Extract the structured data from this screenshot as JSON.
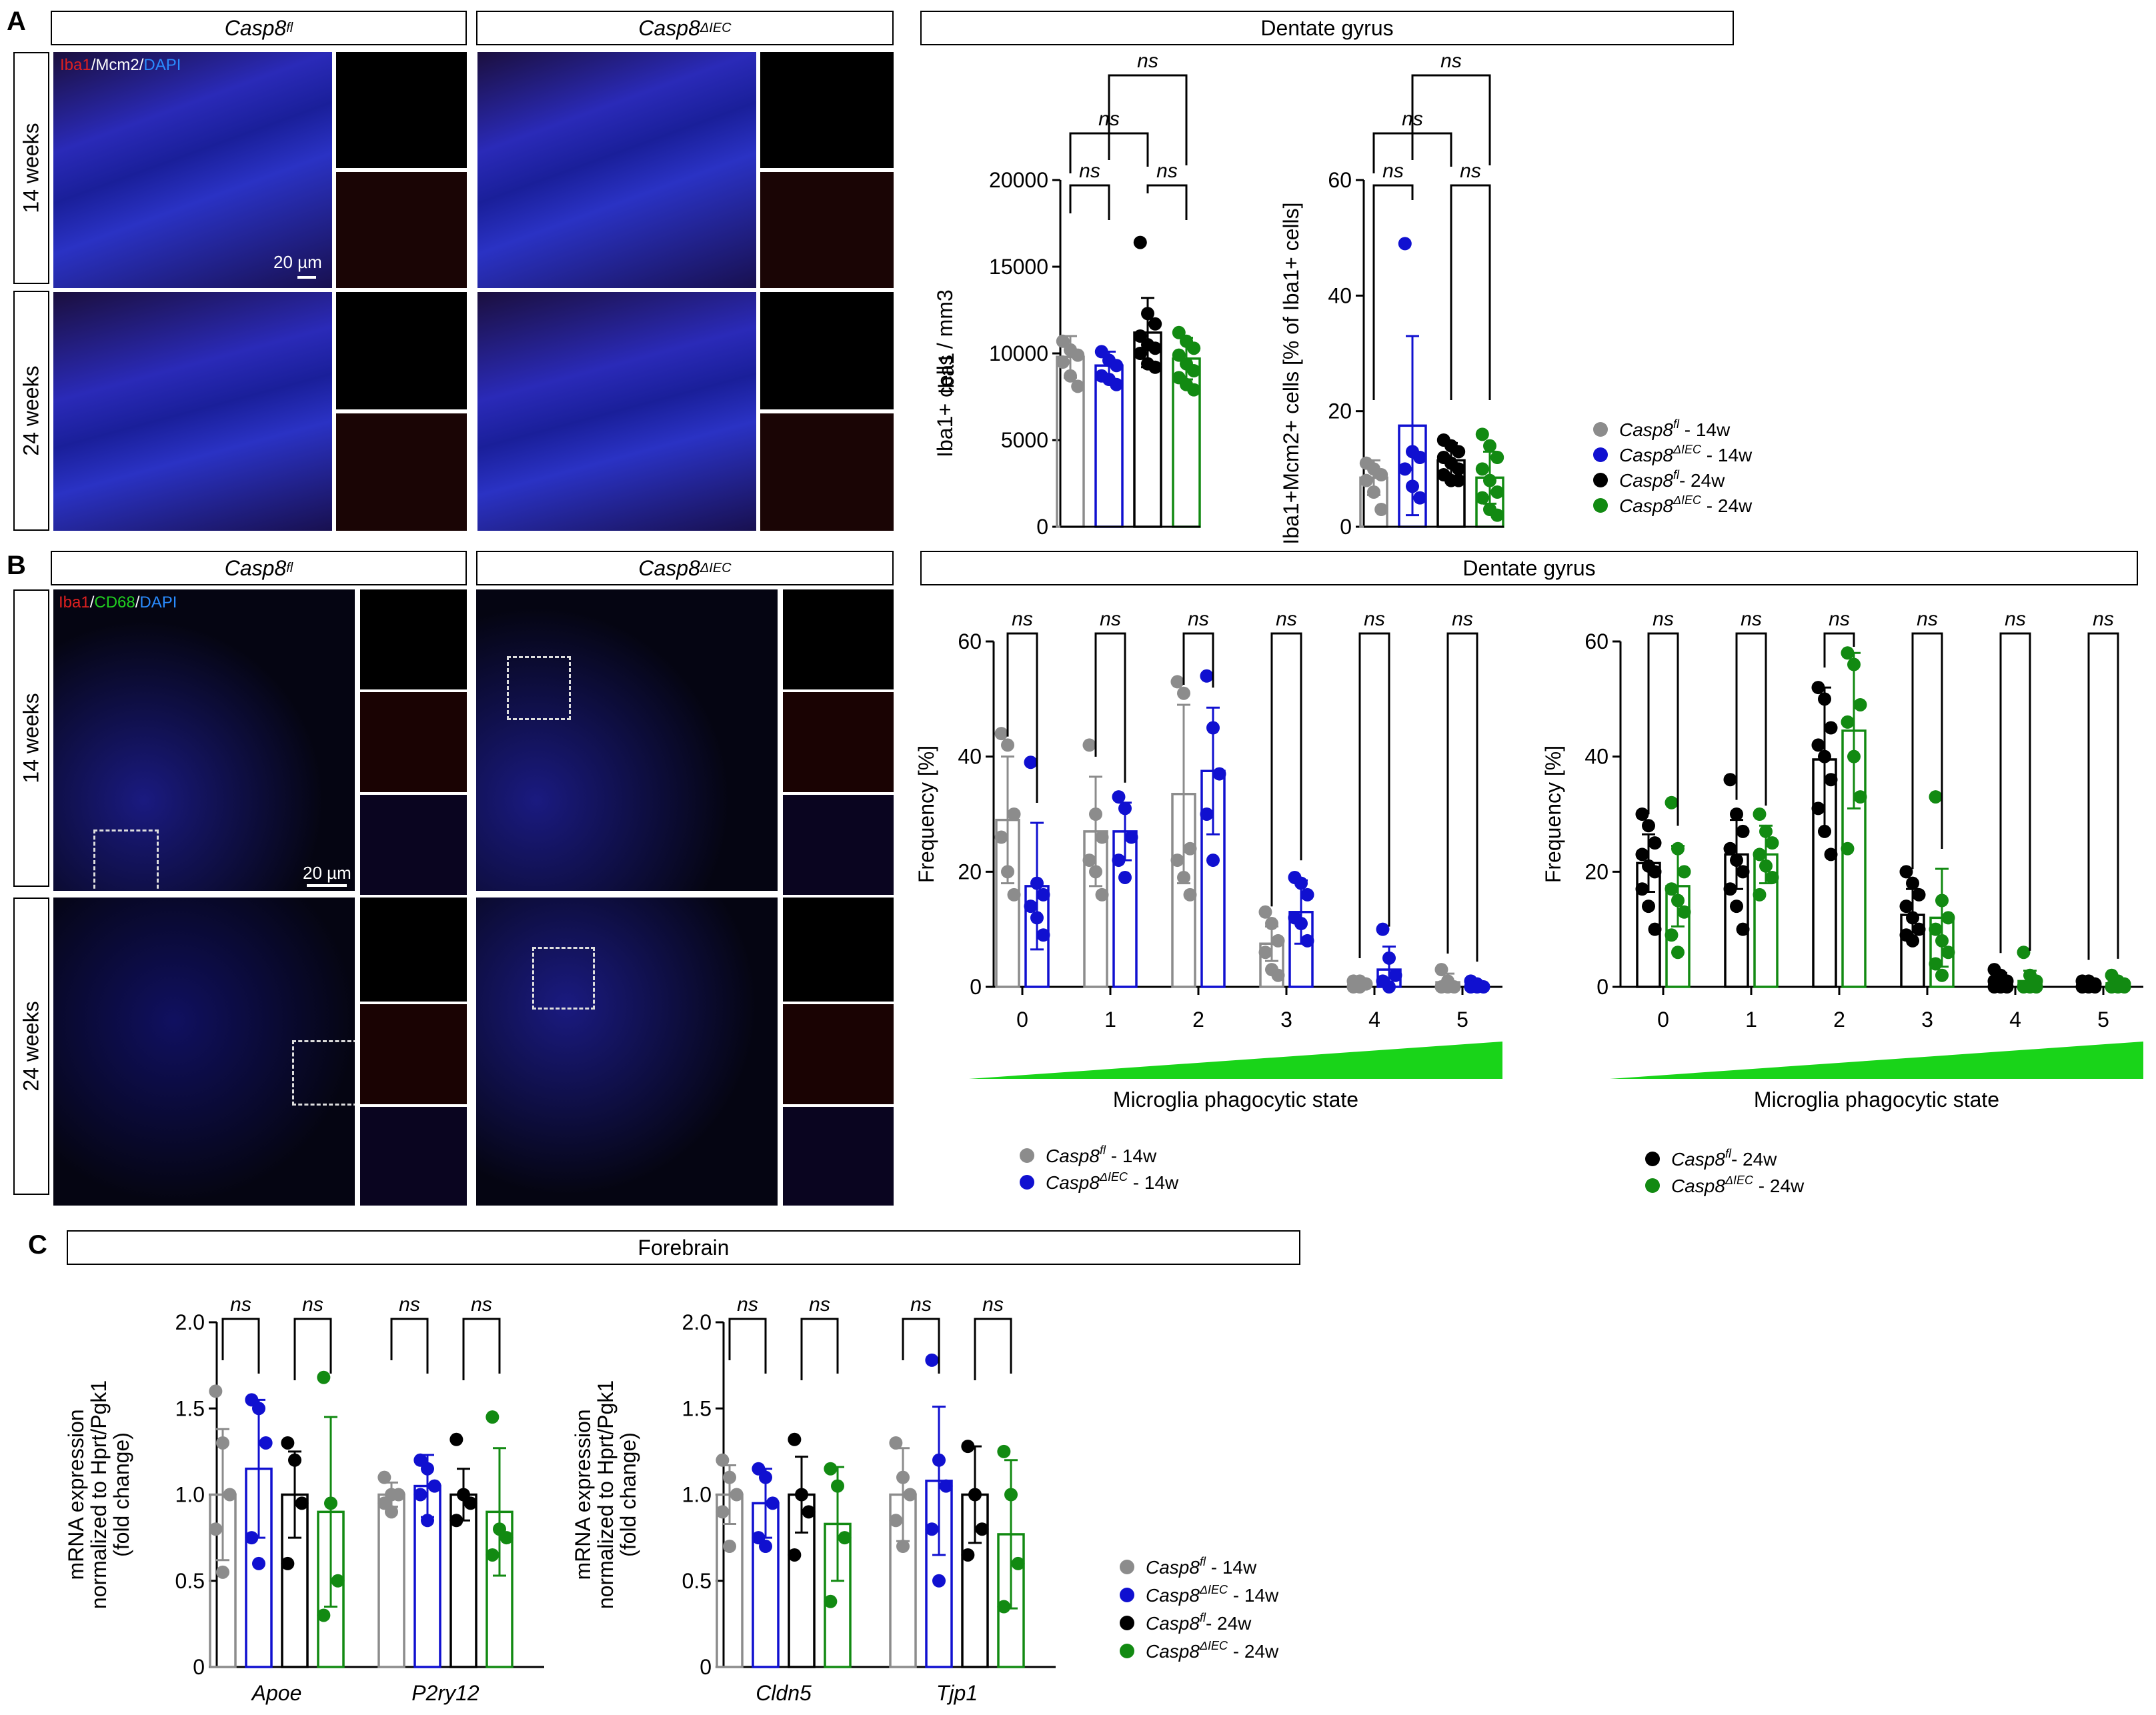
{
  "panels": {
    "a": {
      "letter": "A",
      "genotype_ctrl": "Casp8",
      "genotype_ctrl_sup": "fl",
      "genotype_ko": "Casp8",
      "genotype_ko_sup": "ΔIEC",
      "row1": "14 weeks",
      "row2": "24 weeks",
      "stain": {
        "iba1": "Iba1",
        "sep1": "/",
        "mcm2": "Mcm2",
        "sep2": "/",
        "dapi": "DAPI"
      },
      "scale": "20 µm",
      "region": "Dentate gyrus"
    },
    "b": {
      "letter": "B",
      "genotype_ctrl": "Casp8",
      "genotype_ctrl_sup": "fl",
      "genotype_ko": "Casp8",
      "genotype_ko_sup": "ΔIEC",
      "row1": "14 weeks",
      "row2": "24 weeks",
      "stain": {
        "iba1": "Iba1",
        "sep1": "/",
        "cd68": "CD68",
        "sep2": "/",
        "dapi": "DAPI"
      },
      "scale": "20 µm",
      "region": "Dentate gyrus"
    },
    "c": {
      "letter": "C",
      "region": "Forebrain"
    }
  },
  "colors": {
    "grey": "#8c8c8c",
    "blue": "#1010d0",
    "black": "#000000",
    "green": "#128a12",
    "red": "#e02020",
    "dapi": "#1a2ad8",
    "cd68": "#20d020",
    "phago": "#19d419"
  },
  "legends": {
    "four": [
      {
        "g": "Casp8",
        "sup": "fl",
        "suffix": " - 14w",
        "color": "#8c8c8c"
      },
      {
        "g": "Casp8",
        "sup": "ΔIEC",
        "suffix": " - 14w",
        "color": "#1010d0"
      },
      {
        "g": "Casp8",
        "sup": "fl",
        "suffix": "- 24w",
        "color": "#000000"
      },
      {
        "g": "Casp8",
        "sup": "ΔIEC",
        "suffix": " - 24w",
        "color": "#128a12"
      }
    ],
    "b14": [
      {
        "g": "Casp8",
        "sup": "fl",
        "suffix": " - 14w",
        "color": "#8c8c8c"
      },
      {
        "g": "Casp8",
        "sup": "ΔIEC",
        "suffix": " - 14w",
        "color": "#1010d0"
      }
    ],
    "b24": [
      {
        "g": "Casp8",
        "sup": "fl",
        "suffix": "- 24w",
        "color": "#000000"
      },
      {
        "g": "Casp8",
        "sup": "ΔIEC",
        "suffix": " - 24w",
        "color": "#128a12"
      }
    ]
  },
  "chart_data": [
    {
      "id": "a1",
      "type": "bar",
      "ylabel": "Iba1+ cells / mm3",
      "ylim": [
        0,
        20000
      ],
      "yticks": [
        "0",
        "5000",
        "10000",
        "15000",
        "20000"
      ],
      "series": [
        {
          "name": "Casp8fl - 14w",
          "mean": 9800,
          "err": 1200,
          "points": [
            10700,
            10200,
            9900,
            9500,
            8700,
            8100
          ]
        },
        {
          "name": "Casp8ΔIEC - 14w",
          "mean": 9300,
          "err": 800,
          "points": [
            10100,
            9600,
            9300,
            8700,
            8500,
            8200
          ]
        },
        {
          "name": "Casp8fl - 24w",
          "mean": 11200,
          "err": 2000,
          "points": [
            16400,
            12300,
            11700,
            11000,
            10500,
            10300,
            10000,
            9400,
            9200
          ]
        },
        {
          "name": "Casp8ΔIEC - 24w",
          "mean": 9700,
          "err": 1200,
          "points": [
            11200,
            10700,
            10300,
            9900,
            9400,
            9000,
            8600,
            8200,
            7900
          ]
        }
      ],
      "brackets": [
        [
          "0",
          "1",
          "ns"
        ],
        [
          "2",
          "3",
          "ns"
        ],
        [
          "0",
          "2",
          "ns"
        ],
        [
          "1",
          "3",
          "ns"
        ]
      ]
    },
    {
      "id": "a2",
      "type": "bar",
      "ylabel": "Iba1+Mcm2+ cells [% of Iba1+ cells]",
      "ylim": [
        0,
        60
      ],
      "yticks": [
        "0",
        "20",
        "40",
        "60"
      ],
      "series": [
        {
          "name": "Casp8fl - 14w",
          "mean": 8.5,
          "err": 3,
          "points": [
            11,
            10,
            9,
            8,
            6,
            3
          ]
        },
        {
          "name": "Casp8ΔIEC - 14w",
          "mean": 17.5,
          "err": 15.5,
          "points": [
            49,
            13,
            12,
            10,
            7,
            5
          ]
        },
        {
          "name": "Casp8fl - 24w",
          "mean": 11.5,
          "err": 3,
          "points": [
            15,
            14,
            13,
            12,
            11,
            10,
            9,
            8,
            8
          ]
        },
        {
          "name": "Casp8ΔIEC - 24w",
          "mean": 8.5,
          "err": 4.5,
          "points": [
            16,
            14,
            12,
            10,
            8,
            6,
            5,
            3,
            2
          ]
        }
      ],
      "brackets": [
        [
          "0",
          "1",
          "ns"
        ],
        [
          "2",
          "3",
          "ns"
        ],
        [
          "0",
          "2",
          "ns"
        ],
        [
          "1",
          "3",
          "ns"
        ]
      ]
    },
    {
      "id": "b14",
      "type": "bar",
      "ylabel": "Frequency [%]",
      "xlabel": "Microglia phagocytic state",
      "ylim": [
        0,
        60
      ],
      "yticks": [
        "0",
        "20",
        "40",
        "60"
      ],
      "categories": [
        "0",
        "1",
        "2",
        "3",
        "4",
        "5"
      ],
      "series": [
        {
          "name": "Casp8fl - 14w",
          "mean": [
            29,
            27,
            33.5,
            7.5,
            0.7,
            0.8
          ],
          "err": [
            11,
            9.5,
            15.5,
            3,
            0.8,
            1.5
          ],
          "points": [
            [
              44,
              42,
              30,
              26,
              20,
              16
            ],
            [
              42,
              30,
              26,
              22,
              20,
              16
            ],
            [
              53,
              51,
              24,
              22,
              19,
              16
            ],
            [
              13,
              11,
              8,
              6,
              3,
              2
            ],
            [
              1,
              1,
              0.5,
              0,
              0
            ],
            [
              3,
              1,
              0,
              0,
              0
            ]
          ]
        },
        {
          "name": "Casp8ΔIEC - 14w",
          "mean": [
            17.5,
            27,
            37.5,
            13,
            3,
            0.3
          ],
          "err": [
            11,
            5,
            11,
            5.5,
            4,
            0.6
          ],
          "points": [
            [
              39,
              18,
              16,
              14,
              12,
              9
            ],
            [
              33,
              31,
              26,
              22,
              19
            ],
            [
              54,
              45,
              37,
              30,
              22
            ],
            [
              19,
              18,
              16,
              12,
              11,
              8
            ],
            [
              10,
              5,
              2,
              1,
              0
            ],
            [
              1,
              0.5,
              0,
              0,
              0
            ]
          ]
        }
      ],
      "sig": [
        "ns",
        "ns",
        "ns",
        "ns",
        "ns",
        "ns"
      ]
    },
    {
      "id": "b24",
      "type": "bar",
      "ylabel": "Frequency [%]",
      "xlabel": "Microglia phagocytic state",
      "ylim": [
        0,
        60
      ],
      "yticks": [
        "0",
        "20",
        "40",
        "60"
      ],
      "categories": [
        "0",
        "1",
        "2",
        "3",
        "4",
        "5"
      ],
      "series": [
        {
          "name": "Casp8fl - 24w",
          "mean": [
            21.5,
            23,
            39.5,
            12.5,
            1.2,
            0.6
          ],
          "err": [
            5,
            6,
            12.5,
            4.5,
            1.2,
            0.6
          ],
          "points": [
            [
              30,
              28,
              25,
              23,
              21,
              20,
              17,
              14,
              10
            ],
            [
              36,
              30,
              27,
              24,
              22,
              20,
              17,
              14,
              10
            ],
            [
              52,
              50,
              45,
              42,
              40,
              36,
              31,
              27,
              23
            ],
            [
              20,
              18,
              16,
              14,
              12,
              10,
              9,
              8
            ],
            [
              3,
              2,
              1,
              1,
              0,
              0,
              0
            ],
            [
              1,
              1,
              0.5,
              0,
              0,
              0
            ]
          ]
        },
        {
          "name": "Casp8ΔIEC - 24w",
          "mean": [
            17.5,
            23,
            44.5,
            12,
            1,
            0.6
          ],
          "err": [
            7,
            5,
            13.5,
            8.5,
            1.8,
            0.8
          ],
          "points": [
            [
              32,
              24,
              20,
              17,
              15,
              13,
              9,
              6
            ],
            [
              30,
              27,
              25,
              23,
              21,
              19,
              16
            ],
            [
              58,
              56,
              49,
              46,
              40,
              33,
              24
            ],
            [
              33,
              15,
              12,
              10,
              8,
              6,
              4,
              2
            ],
            [
              6,
              2,
              1,
              0,
              0,
              0
            ],
            [
              2,
              1,
              0.5,
              0,
              0,
              0
            ]
          ]
        }
      ],
      "sig": [
        "ns",
        "ns",
        "ns",
        "ns",
        "ns",
        "ns"
      ]
    },
    {
      "id": "c1",
      "type": "bar",
      "ylabel": "mRNA expression normalized to Hprt/Pgk1 (fold change)",
      "ylim": [
        0,
        2.0
      ],
      "yticks": [
        "0",
        "0.5",
        "1.0",
        "1.5",
        "2.0"
      ],
      "categories": [
        "Apoe",
        "P2ry12"
      ],
      "series": [
        {
          "name": "Casp8fl - 14w",
          "mean": [
            1.0,
            1.0
          ],
          "err": [
            0.38,
            0.07
          ],
          "points": [
            [
              1.6,
              1.3,
              1.0,
              0.8,
              0.55
            ],
            [
              1.1,
              1.0,
              1.0,
              0.95,
              0.9
            ]
          ]
        },
        {
          "name": "Casp8ΔIEC - 14w",
          "mean": [
            1.15,
            1.05
          ],
          "err": [
            0.4,
            0.18
          ],
          "points": [
            [
              1.55,
              1.5,
              1.3,
              0.75,
              0.6
            ],
            [
              1.2,
              1.15,
              1.05,
              1.0,
              0.85
            ]
          ]
        },
        {
          "name": "Casp8fl - 24w",
          "mean": [
            1.0,
            1.0
          ],
          "err": [
            0.25,
            0.15
          ],
          "points": [
            [
              1.3,
              1.2,
              0.95,
              0.6
            ],
            [
              1.32,
              1.0,
              0.95,
              0.85
            ]
          ]
        },
        {
          "name": "Casp8ΔIEC - 24w",
          "mean": [
            0.9,
            0.9
          ],
          "err": [
            0.55,
            0.37
          ],
          "points": [
            [
              1.68,
              0.95,
              0.5,
              0.3
            ],
            [
              1.45,
              0.8,
              0.75,
              0.65
            ]
          ]
        }
      ],
      "sig": [
        "ns",
        "ns",
        "ns",
        "ns"
      ]
    },
    {
      "id": "c2",
      "type": "bar",
      "ylabel": "mRNA expression normalized to Hprt/Pgk1 (fold change)",
      "ylim": [
        0,
        2.0
      ],
      "yticks": [
        "0",
        "0.5",
        "1.0",
        "1.5",
        "2.0"
      ],
      "categories": [
        "Cldn5",
        "Tjp1"
      ],
      "series": [
        {
          "name": "Casp8fl - 14w",
          "mean": [
            1.0,
            1.0
          ],
          "err": [
            0.17,
            0.27
          ],
          "points": [
            [
              1.2,
              1.1,
              1.0,
              0.9,
              0.7
            ],
            [
              1.3,
              1.1,
              1.0,
              0.85,
              0.7
            ]
          ]
        },
        {
          "name": "Casp8ΔIEC - 14w",
          "mean": [
            0.95,
            1.08
          ],
          "err": [
            0.2,
            0.43
          ],
          "points": [
            [
              1.15,
              1.1,
              0.95,
              0.75,
              0.7
            ],
            [
              1.78,
              1.2,
              1.05,
              0.8,
              0.5
            ]
          ]
        },
        {
          "name": "Casp8fl - 24w",
          "mean": [
            1.0,
            1.0
          ],
          "err": [
            0.22,
            0.28
          ],
          "points": [
            [
              1.32,
              1.0,
              0.9,
              0.65
            ],
            [
              1.28,
              1.0,
              0.8,
              0.65
            ]
          ]
        },
        {
          "name": "Casp8ΔIEC - 24w",
          "mean": [
            0.83,
            0.77
          ],
          "err": [
            0.33,
            0.43
          ],
          "points": [
            [
              1.15,
              1.05,
              0.75,
              0.38
            ],
            [
              1.25,
              1.0,
              0.6,
              0.35
            ]
          ]
        }
      ],
      "sig": [
        "ns",
        "ns",
        "ns",
        "ns"
      ]
    }
  ]
}
